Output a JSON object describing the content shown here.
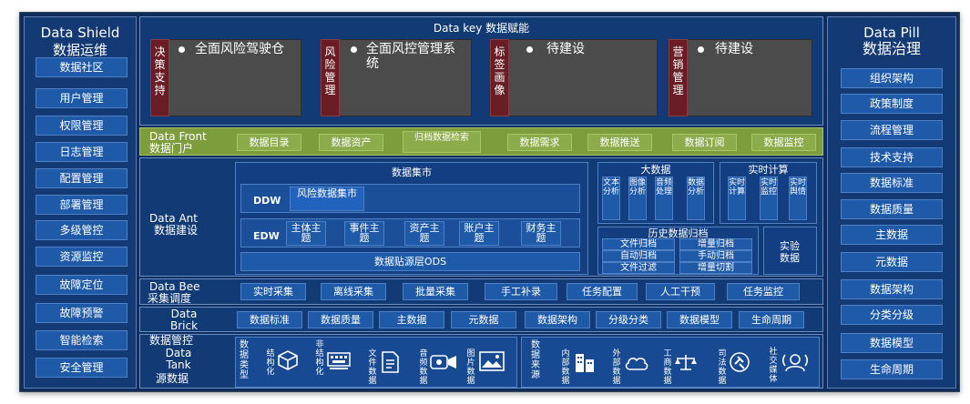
{
  "left_panel": {
    "title_en": "Data Shield",
    "title_cn": "数据运维",
    "items": [
      "数据社区",
      "用户管理",
      "权限管理",
      "日志管理",
      "配置管理",
      "部署管理",
      "多级管控",
      "资源监控",
      "故障定位",
      "故障预警",
      "智能检索",
      "安全管理"
    ]
  },
  "right_panel": {
    "title_en": "Data Pill",
    "title_cn": "数据治理",
    "items": [
      "组织架构",
      "政策制度",
      "流程管理",
      "技术支持",
      "数据标准",
      "数据质量",
      "主数据",
      "元数据",
      "数据架构",
      "分类分级",
      "数据模型",
      "生命周期"
    ]
  },
  "data_key": {
    "title": "Data key 数据赋能",
    "cards": [
      {
        "tag": "决策支持",
        "text": "全面风险驾驶仓"
      },
      {
        "tag": "风险管理",
        "text": "全面风控管理系统"
      },
      {
        "tag": "标签画像",
        "text": "待建设"
      },
      {
        "tag": "营销管理",
        "text": "待建设"
      }
    ]
  },
  "data_front": {
    "label_en": "Data Front",
    "label_cn": "数据门户",
    "items": [
      "数据目录",
      "数据资产",
      "归档数据检索",
      "数据需求",
      "数据推送",
      "数据订阅",
      "数据监控"
    ]
  },
  "data_ant": {
    "label_en": "Data Ant",
    "label_cn": "数据建设",
    "mart_title": "数据集市",
    "ddw": "DDW",
    "ddw_item": "风险数据集市",
    "edw": "EDW",
    "edw_items": [
      "主体主题",
      "事件主题",
      "资产主题",
      "账户主题",
      "财务主题"
    ],
    "ods": "数据贴源层ODS",
    "bigdata_title": "大数据",
    "bigdata_items": [
      "文本分析",
      "图像分析",
      "音频处理",
      "数据分析"
    ],
    "realtime_title": "实时计算",
    "realtime_items": [
      "实时计算",
      "实时监控",
      "实时舆情"
    ],
    "history_title": "历史数据归档",
    "history_items": [
      "文件归档",
      "增量归档",
      "自动归档",
      "手动归档",
      "文件过滤",
      "增量切割"
    ],
    "lab": "实验数据"
  },
  "data_bee": {
    "label_en": "Data Bee",
    "label_cn": "采集调度",
    "items": [
      "实时采集",
      "离线采集",
      "批量采集",
      "手工补录",
      "任务配置",
      "人工干预",
      "任务监控"
    ]
  },
  "data_brick": {
    "label_en": "Data Brick",
    "label_cn": "数据管控",
    "items": [
      "数据标准",
      "数据质量",
      "主数据",
      "元数据",
      "数据架构",
      "分级分类",
      "数据模型",
      "生命周期"
    ]
  },
  "data_tank": {
    "label_en": "Data Tank",
    "label_cn": "源数据",
    "type_label": "数据类型",
    "types": [
      {
        "label": "结构化",
        "icon": "cube-icon"
      },
      {
        "label": "非结构化",
        "icon": "keyboard-icon"
      },
      {
        "label": "文件数据",
        "icon": "document-icon"
      },
      {
        "label": "音频数据",
        "icon": "camera-icon"
      },
      {
        "label": "图片数据",
        "icon": "image-icon"
      }
    ],
    "source_label": "数据来源",
    "sources": [
      {
        "label": "内部数据",
        "icon": "building-icon"
      },
      {
        "label": "外部数据",
        "icon": "cloud-icon"
      },
      {
        "label": "工商数据",
        "icon": "balance-icon"
      },
      {
        "label": "司法数据",
        "icon": "gavel-icon"
      },
      {
        "label": "社交媒体",
        "icon": "people-icon"
      }
    ]
  }
}
